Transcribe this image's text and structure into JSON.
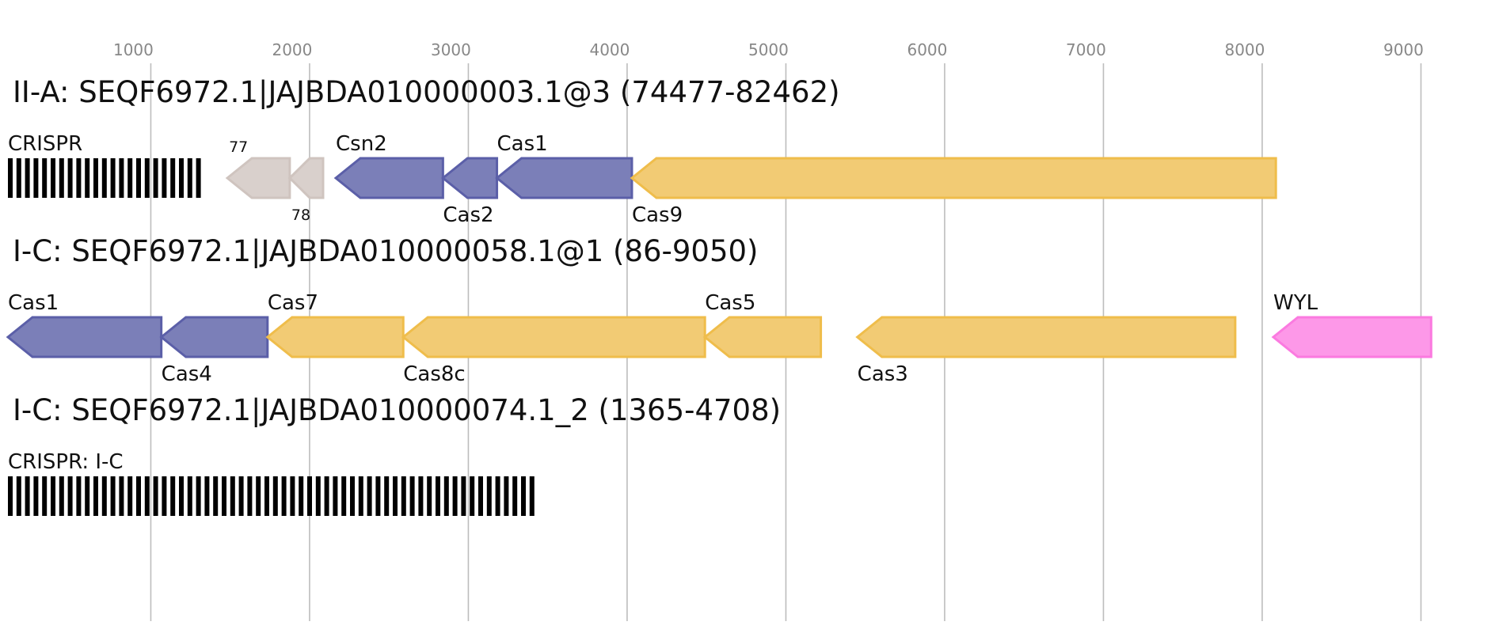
{
  "axis": {
    "ticks": [
      1000,
      2000,
      3000,
      4000,
      5000,
      6000,
      7000,
      8000,
      9000
    ]
  },
  "colors": {
    "blue": "#7b7fb8",
    "blue_stroke": "#5b5fa8",
    "yellow": "#f2cb74",
    "yellow_stroke": "#efbd4b",
    "grey": "#d9d0cc",
    "grey_stroke": "#cfc4bf",
    "pink": "#fd98e8",
    "pink_stroke": "#fb7ae0",
    "crispr": "#000000"
  },
  "tracks": [
    {
      "title": "II-A: SEQF6972.1|JAJBDA010000003.1@3 (74477-82462)",
      "features": [
        {
          "kind": "crispr",
          "start": 0,
          "end": 1240,
          "label": "CRISPR",
          "label_pos": "above",
          "label_size": "normal"
        },
        {
          "kind": "gene",
          "start": 1382,
          "end": 1775,
          "strand": "-",
          "color": "grey",
          "label": "77",
          "label_pos": "above",
          "label_size": "small"
        },
        {
          "kind": "gene",
          "start": 1775,
          "end": 1985,
          "strand": "-",
          "color": "grey",
          "label": "78",
          "label_pos": "below",
          "label_size": "small"
        },
        {
          "kind": "gene",
          "start": 2065,
          "end": 2740,
          "strand": "-",
          "color": "blue",
          "label": "Csn2",
          "label_pos": "above",
          "label_size": "normal"
        },
        {
          "kind": "gene",
          "start": 2740,
          "end": 3080,
          "strand": "-",
          "color": "blue",
          "label": "Cas2",
          "label_pos": "below",
          "label_size": "normal"
        },
        {
          "kind": "gene",
          "start": 3080,
          "end": 3930,
          "strand": "-",
          "color": "blue",
          "label": "Cas1",
          "label_pos": "above",
          "label_size": "normal"
        },
        {
          "kind": "gene",
          "start": 3930,
          "end": 7986,
          "strand": "-",
          "color": "yellow",
          "label": "Cas9",
          "label_pos": "below",
          "label_size": "normal"
        }
      ]
    },
    {
      "title": "I-C: SEQF6972.1|JAJBDA010000058.1@1 (86-9050)",
      "features": [
        {
          "kind": "gene",
          "start": 0,
          "end": 966,
          "strand": "-",
          "color": "blue",
          "label": "Cas1",
          "label_pos": "above",
          "label_size": "normal"
        },
        {
          "kind": "gene",
          "start": 966,
          "end": 1635,
          "strand": "-",
          "color": "blue",
          "label": "Cas4",
          "label_pos": "below",
          "label_size": "normal"
        },
        {
          "kind": "gene",
          "start": 1635,
          "end": 2490,
          "strand": "-",
          "color": "yellow",
          "label": "Cas7",
          "label_pos": "above",
          "label_size": "normal"
        },
        {
          "kind": "gene",
          "start": 2490,
          "end": 4390,
          "strand": "-",
          "color": "yellow",
          "label": "Cas8c",
          "label_pos": "below",
          "label_size": "normal"
        },
        {
          "kind": "gene",
          "start": 4390,
          "end": 5120,
          "strand": "-",
          "color": "yellow",
          "label": "Cas5",
          "label_pos": "above",
          "label_size": "normal"
        },
        {
          "kind": "gene",
          "start": 5350,
          "end": 7730,
          "strand": "-",
          "color": "yellow",
          "label": "Cas3",
          "label_pos": "below",
          "label_size": "normal"
        },
        {
          "kind": "gene",
          "start": 7970,
          "end": 8964,
          "strand": "-",
          "color": "pink",
          "label": "WYL",
          "label_pos": "above",
          "label_size": "normal"
        }
      ]
    },
    {
      "title": "I-C: SEQF6972.1|JAJBDA010000074.1_2 (1365-4708)",
      "features": [
        {
          "kind": "crispr",
          "start": 0,
          "end": 3350,
          "label": "CRISPR: I-C",
          "label_pos": "above",
          "label_size": "normal"
        }
      ]
    }
  ]
}
